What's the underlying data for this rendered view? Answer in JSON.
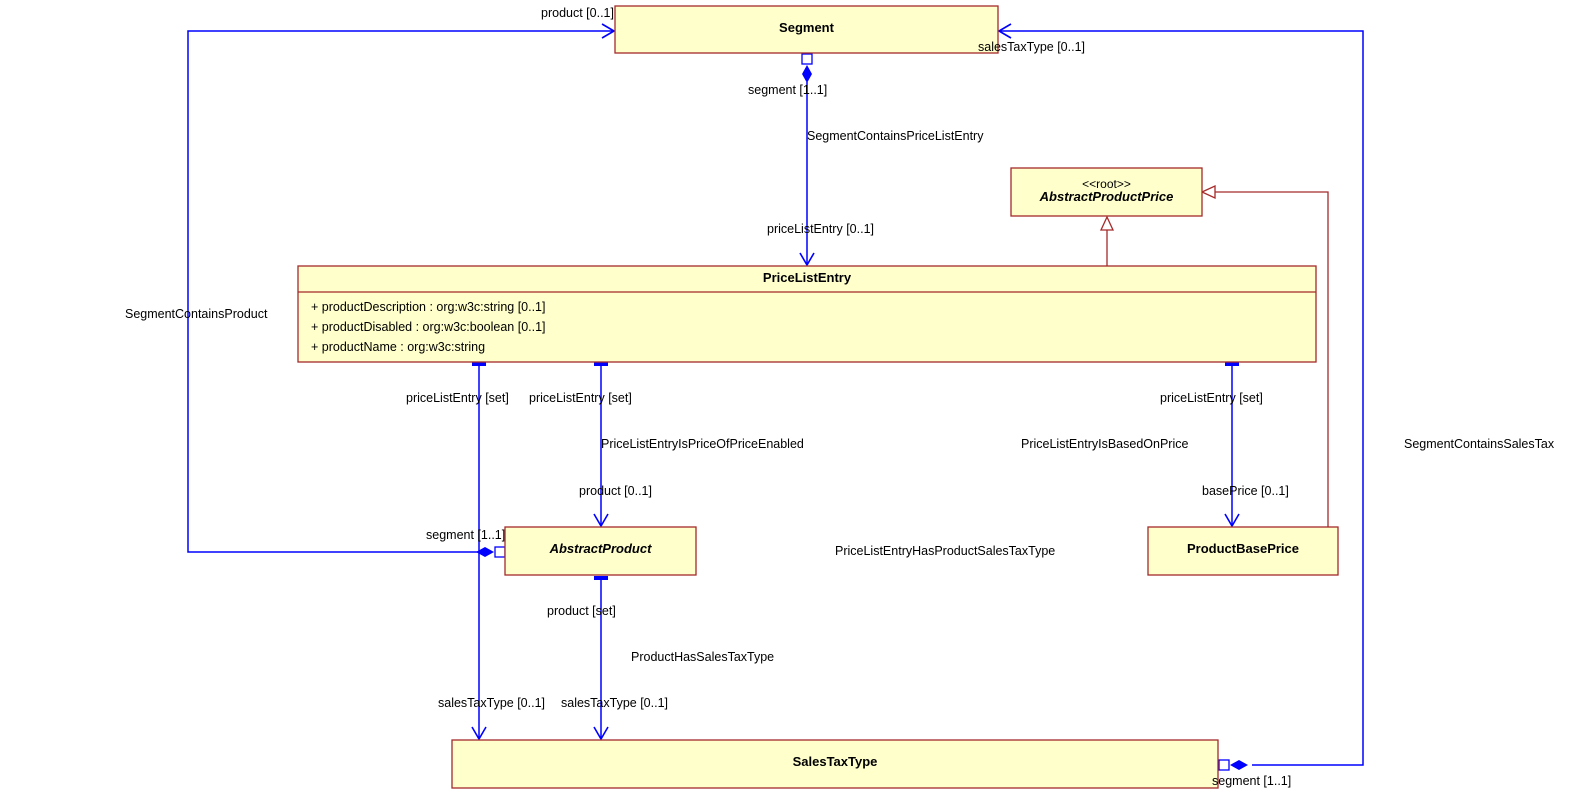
{
  "classes": {
    "segment": {
      "name": "Segment"
    },
    "abstract_product_price": {
      "stereotype": "<<root>>",
      "name": "AbstractProductPrice"
    },
    "price_list_entry": {
      "name": "PriceListEntry",
      "attributes": [
        "+ productDescription : org:w3c:string [0..1]",
        "+ productDisabled : org:w3c:boolean [0..1]",
        "+ productName : org:w3c:string"
      ]
    },
    "abstract_product": {
      "name": "AbstractProduct"
    },
    "product_base_price": {
      "name": "ProductBasePrice"
    },
    "sales_tax_type": {
      "name": "SalesTaxType"
    }
  },
  "associations": {
    "segment_contains_price_list_entry": {
      "name": "SegmentContainsPriceListEntry",
      "source_role": "segment [1..1]",
      "target_role": "priceListEntry [0..1]"
    },
    "segment_contains_product": {
      "name": "SegmentContainsProduct",
      "source_role": "segment [1..1]",
      "target_role": "product [0..1]"
    },
    "segment_contains_sales_tax": {
      "name": "SegmentContainsSalesTax",
      "source_role": "segment [1..1]",
      "target_role": "salesTaxType [0..1]"
    },
    "price_list_entry_is_price_of_price_enabled": {
      "name": "PriceListEntryIsPriceOfPriceEnabled",
      "source_role": "priceListEntry [set]",
      "target_role": "product [0..1]"
    },
    "price_list_entry_is_based_on_price": {
      "name": "PriceListEntryIsBasedOnPrice",
      "source_role": "priceListEntry [set]",
      "target_role": "basePrice [0..1]"
    },
    "price_list_entry_has_product_sales_tax_type": {
      "name": "PriceListEntryHasProductSalesTaxType",
      "source_role": "priceListEntry [set]",
      "target_role": "salesTaxType [0..1]"
    },
    "product_has_sales_tax_type": {
      "name": "ProductHasSalesTaxType",
      "source_role": "product [set]",
      "target_role": "salesTaxType [0..1]"
    }
  },
  "colors": {
    "class_fill": "#ffffcc",
    "class_border": "#a52a2a",
    "association": "#0000ff",
    "generalization": "#a52a2a"
  }
}
